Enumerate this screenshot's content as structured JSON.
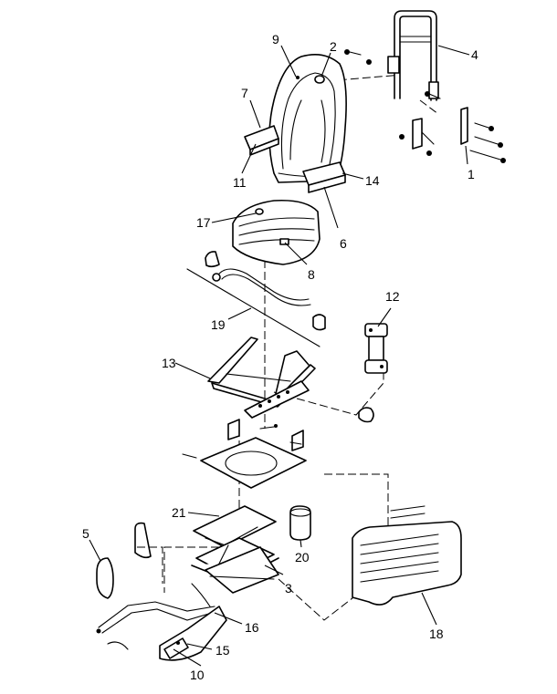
{
  "callouts": [
    {
      "id": "c1",
      "text": "1"
    },
    {
      "id": "c2",
      "text": "2"
    },
    {
      "id": "c3",
      "text": "3"
    },
    {
      "id": "c4",
      "text": "4"
    },
    {
      "id": "c5",
      "text": "5"
    },
    {
      "id": "c6",
      "text": "6"
    },
    {
      "id": "c7",
      "text": "7"
    },
    {
      "id": "c8",
      "text": "8"
    },
    {
      "id": "c9",
      "text": "9"
    },
    {
      "id": "c10",
      "text": "10"
    },
    {
      "id": "c11",
      "text": "11"
    },
    {
      "id": "c12",
      "text": "12"
    },
    {
      "id": "c13",
      "text": "13"
    },
    {
      "id": "c14",
      "text": "14"
    },
    {
      "id": "c15",
      "text": "15"
    },
    {
      "id": "c16",
      "text": "16"
    },
    {
      "id": "c17",
      "text": "17"
    },
    {
      "id": "c18",
      "text": "18"
    },
    {
      "id": "c19",
      "text": "19"
    },
    {
      "id": "c20",
      "text": "20"
    },
    {
      "id": "c21",
      "text": "21"
    }
  ],
  "colors": {
    "ink": "#000000",
    "paper": "#ffffff"
  }
}
